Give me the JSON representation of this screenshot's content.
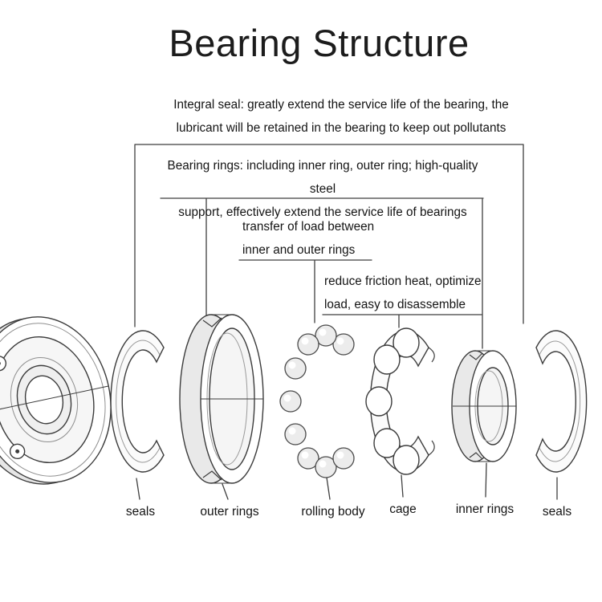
{
  "title": "Bearing Structure",
  "annotations": {
    "integral_seal": {
      "line1": "Integral seal: greatly extend the service life of the bearing, the",
      "line2": "lubricant will be retained in the bearing to keep out pollutants"
    },
    "bearing_rings": {
      "line1": "Bearing rings: including inner ring, outer ring; high-quality steel",
      "line2": "support, effectively extend the service life of bearings"
    },
    "load_transfer": {
      "line1": "transfer of load between",
      "line2": "inner and outer rings"
    },
    "friction": {
      "line1": "reduce friction heat, optimize",
      "line2": "load, easy to disassemble"
    }
  },
  "part_labels": {
    "seals_left": "seals",
    "outer_rings": "outer rings",
    "rolling_body": "rolling body",
    "cage": "cage",
    "inner_rings": "inner rings",
    "seals_right": "seals"
  },
  "colors": {
    "ink": "#1a1a1a",
    "line_work": "#3c3c3c",
    "shading": "#e9e9e9",
    "background": "#ffffff"
  }
}
